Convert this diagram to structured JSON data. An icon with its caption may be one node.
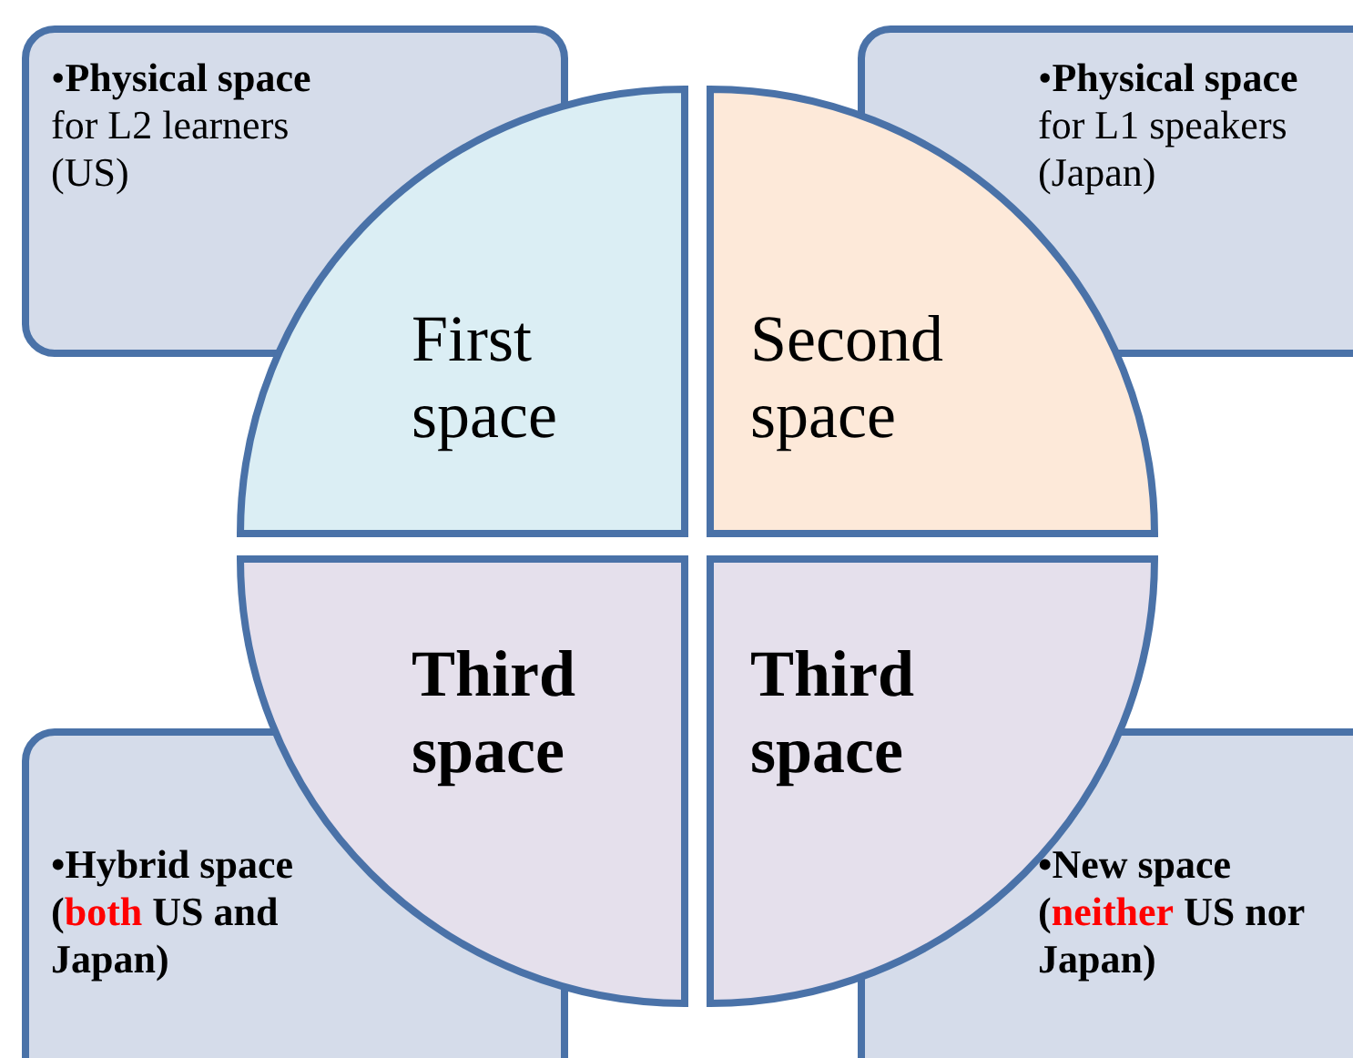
{
  "diagram": {
    "nodes": [
      {
        "text": [
          "•**Physical space** for L2 learners (US)"
        ]
      },
      {
        "text": [
          "First space"
        ]
      },
      {
        "text": [
          "Second space"
        ]
      },
      {
        "text": [
          "•**Physical space** for L1 speakers (Japan)"
        ]
      },
      {
        "text": [
          "Third space"
        ]
      },
      {
        "text": [
          "Third space"
        ]
      },
      {
        "text": [
          "•Hybrid space (**both** US and Japan)"
        ]
      },
      {
        "text": [
          "•New space (**neither** US nor Japan)"
        ]
      }
    ]
  }
}
